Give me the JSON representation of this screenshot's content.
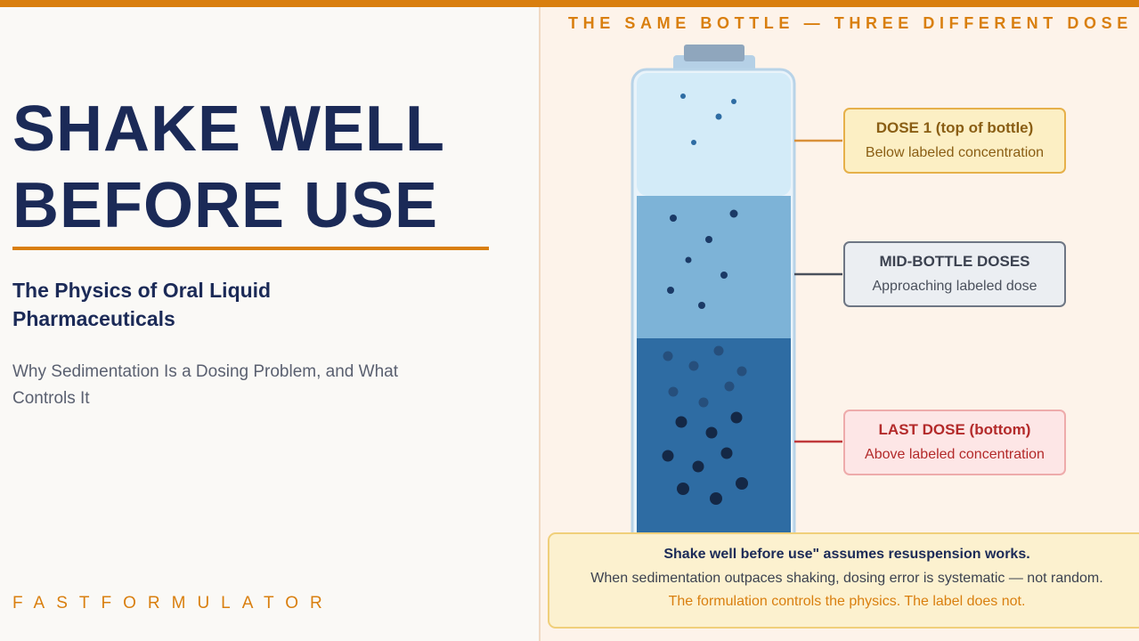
{
  "title": {
    "line1": "SHAKE WELL",
    "line2": "BEFORE USE"
  },
  "subtitle": "The Physics of Oral Liquid Pharmaceuticals",
  "description": "Why Sedimentation Is a Dosing Problem, and What Controls It",
  "brand": "FASTFORMULATOR",
  "diagram": {
    "header": "THE SAME BOTTLE — THREE DIFFERENT DOSE",
    "callouts": [
      {
        "title": "DOSE 1 (top of bottle)",
        "subtitle": "Below labeled concentration"
      },
      {
        "title": "MID-BOTTLE DOSES",
        "subtitle": "Approaching labeled dose"
      },
      {
        "title": "LAST DOSE (bottom)",
        "subtitle": "Above labeled concentration"
      }
    ],
    "note": {
      "line1": "Shake well before use\" assumes resuspension works.",
      "line2": "When sedimentation outpaces shaking, dosing error is systematic — not random.",
      "line3": "The formulation controls the physics. The label does not."
    }
  },
  "colors": {
    "accent": "#d97f0f",
    "navy": "#1b2a57",
    "top_layer": "#d3ebf8",
    "mid_layer": "#7db3d7",
    "bottom_layer": "#2e6ca3"
  }
}
